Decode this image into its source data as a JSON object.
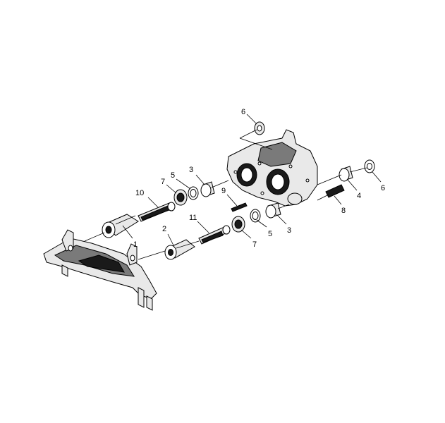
{
  "callouts": [
    {
      "id": "c1",
      "text": "1"
    },
    {
      "id": "c2",
      "text": "2"
    },
    {
      "id": "c3a",
      "text": "3"
    },
    {
      "id": "c3b",
      "text": "3"
    },
    {
      "id": "c4",
      "text": "4"
    },
    {
      "id": "c5a",
      "text": "5"
    },
    {
      "id": "c5b",
      "text": "5"
    },
    {
      "id": "c6a",
      "text": "6"
    },
    {
      "id": "c6b",
      "text": "6"
    },
    {
      "id": "c7a",
      "text": "7"
    },
    {
      "id": "c7b",
      "text": "7"
    },
    {
      "id": "c8",
      "text": "8"
    },
    {
      "id": "c9",
      "text": "9"
    },
    {
      "id": "c10",
      "text": "10"
    },
    {
      "id": "c11",
      "text": "11"
    }
  ]
}
